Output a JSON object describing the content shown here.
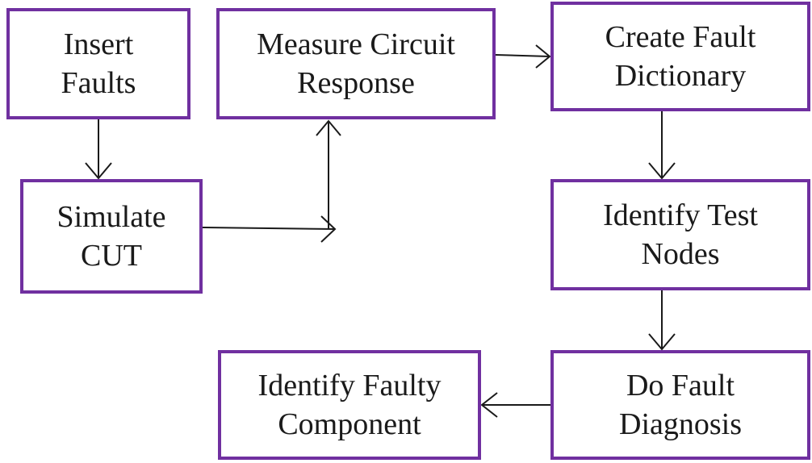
{
  "diagram": {
    "boxes": {
      "insert_faults": {
        "line1": "Insert",
        "line2": "Faults"
      },
      "simulate_cut": {
        "line1": "Simulate",
        "line2": "CUT"
      },
      "measure_response": {
        "line1": "Measure Circuit",
        "line2": "Response"
      },
      "fault_dictionary": {
        "line1": "Create Fault",
        "line2": "Dictionary"
      },
      "test_nodes": {
        "line1": "Identify Test",
        "line2": "Nodes"
      },
      "fault_diagnosis": {
        "line1": "Do Fault",
        "line2": "Diagnosis"
      },
      "faulty_component": {
        "line1": "Identify Faulty",
        "line2": "Component"
      }
    },
    "colors": {
      "box_border": "#7030a0",
      "arrow": "#1a1a1a",
      "text": "#1a1a1a"
    }
  }
}
